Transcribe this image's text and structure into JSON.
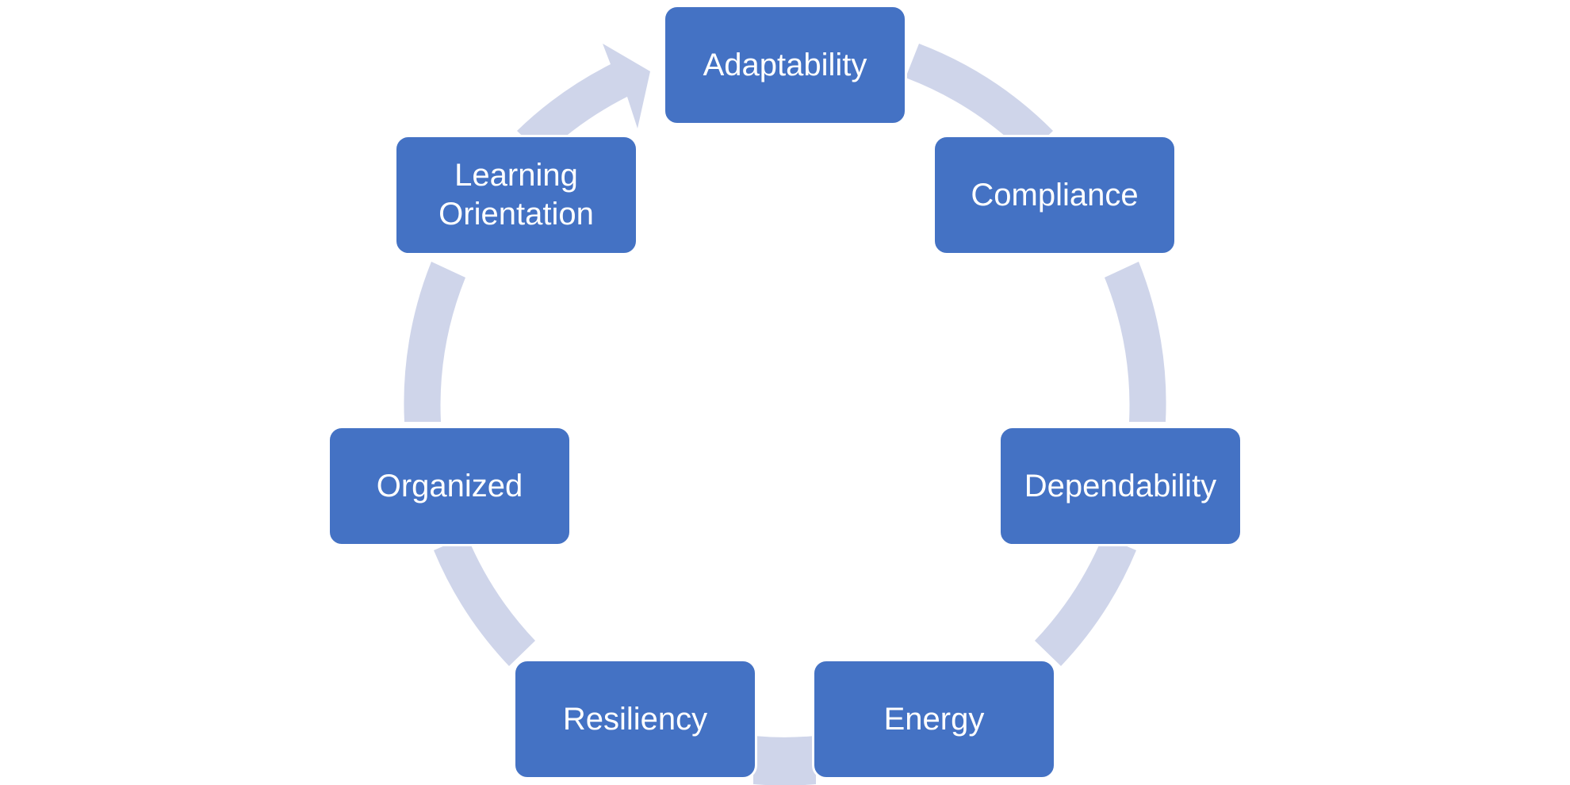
{
  "diagram": {
    "type": "cycle",
    "ring_color": "#cfd5ea",
    "node_color": "#4472c4",
    "text_color": "#ffffff",
    "nodes": [
      {
        "label": "Adaptability"
      },
      {
        "label": "Compliance"
      },
      {
        "label": "Dependability"
      },
      {
        "label": "Energy"
      },
      {
        "label": "Resiliency"
      },
      {
        "label": "Organized"
      },
      {
        "label": "Learning\nOrientation"
      }
    ]
  }
}
